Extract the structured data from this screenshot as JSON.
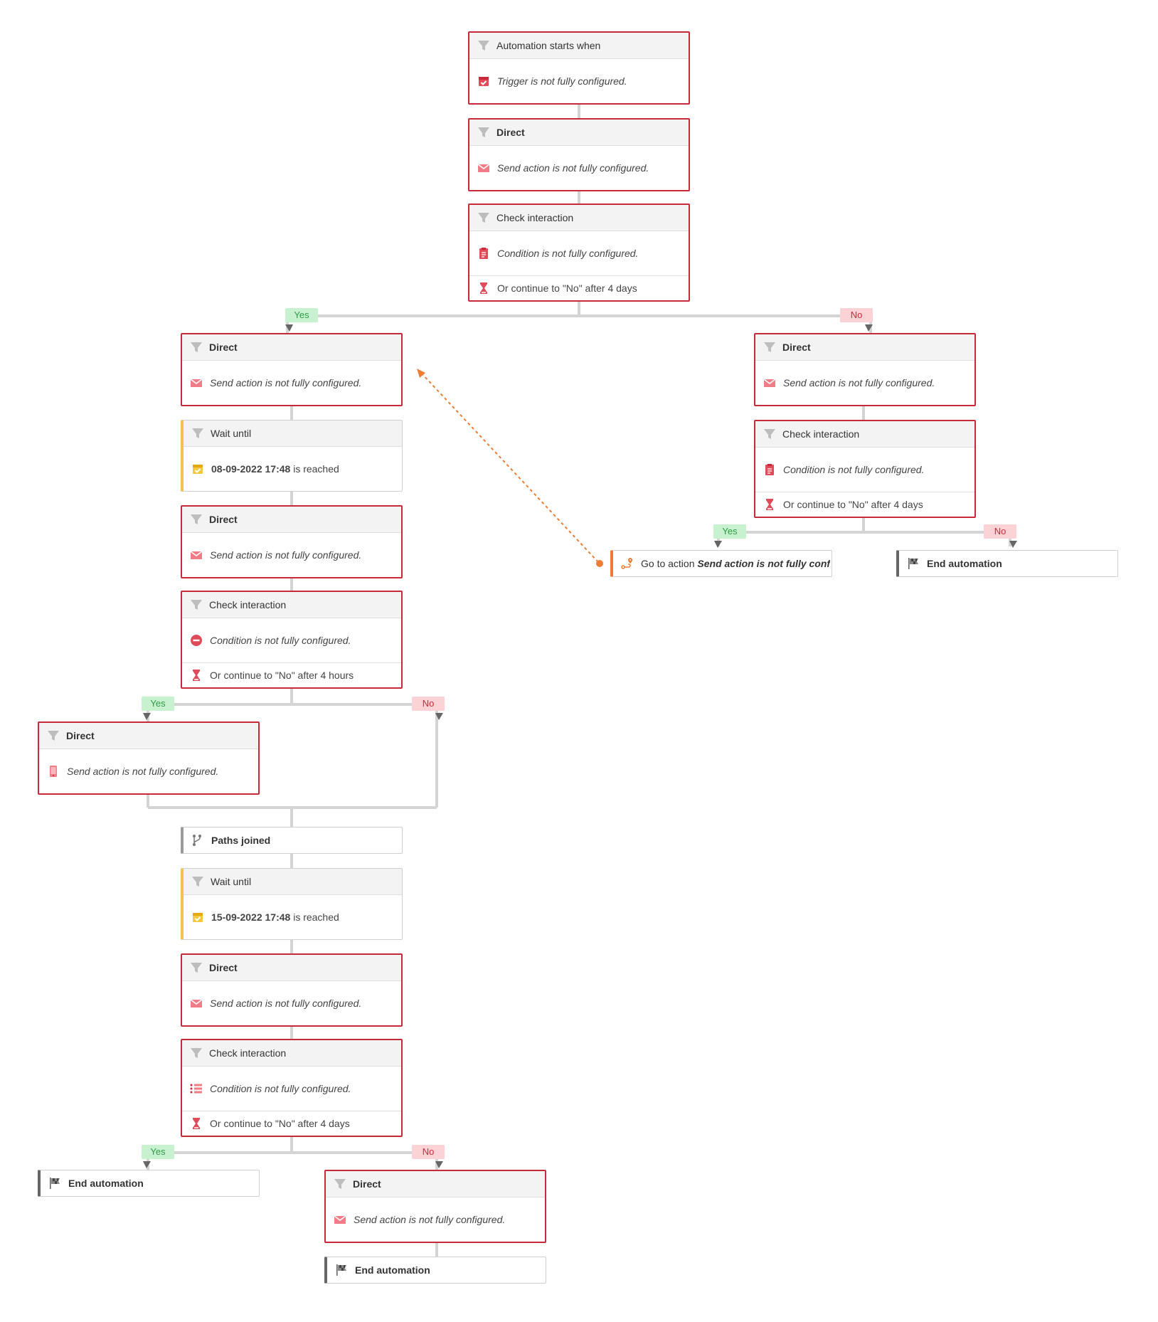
{
  "labels": {
    "automation_starts_when": "Automation starts when",
    "direct": "Direct",
    "check_interaction": "Check interaction",
    "wait_until": "Wait until",
    "paths_joined": "Paths joined",
    "end_automation": "End automation",
    "yes": "Yes",
    "no": "No"
  },
  "messages": {
    "trigger_incomplete": "Trigger is not fully configured.",
    "send_incomplete": "Send action is not fully configured.",
    "condition_incomplete": "Condition is not fully configured.",
    "timeout_4_days": "Or continue to \"No\" after 4 days",
    "timeout_4_hours": "Or continue to \"No\" after 4 hours"
  },
  "wait_dates": {
    "first_date": "08-09-2022 17:48",
    "second_date": "15-09-2022 17:48",
    "reached_suffix": " is reached"
  },
  "goto": {
    "prefix": "Go to action ",
    "target": "Send action is not fully conf"
  },
  "icons": {
    "filter": "filter-icon",
    "trigger": "calendar-check-icon",
    "email": "envelope-icon",
    "sms": "mobile-phone-icon",
    "condition_clipboard": "clipboard-icon",
    "condition_blocked": "minus-circle-icon",
    "condition_fields": "form-fields-icon",
    "timeout": "hourglass-icon",
    "wait": "calendar-check-icon",
    "paths_joined": "merge-icon",
    "end": "finish-flag-icon",
    "goto": "route-pin-icon"
  },
  "colors": {
    "error_border": "#c8293a",
    "wait_accent": "#f2c14e",
    "goto_accent": "#ec7d33",
    "yes_bg": "#c8f2cf",
    "yes_text": "#2f9a45",
    "no_bg": "#fbd3d6",
    "no_text": "#c8293a",
    "connector": "#d4d4d4"
  }
}
